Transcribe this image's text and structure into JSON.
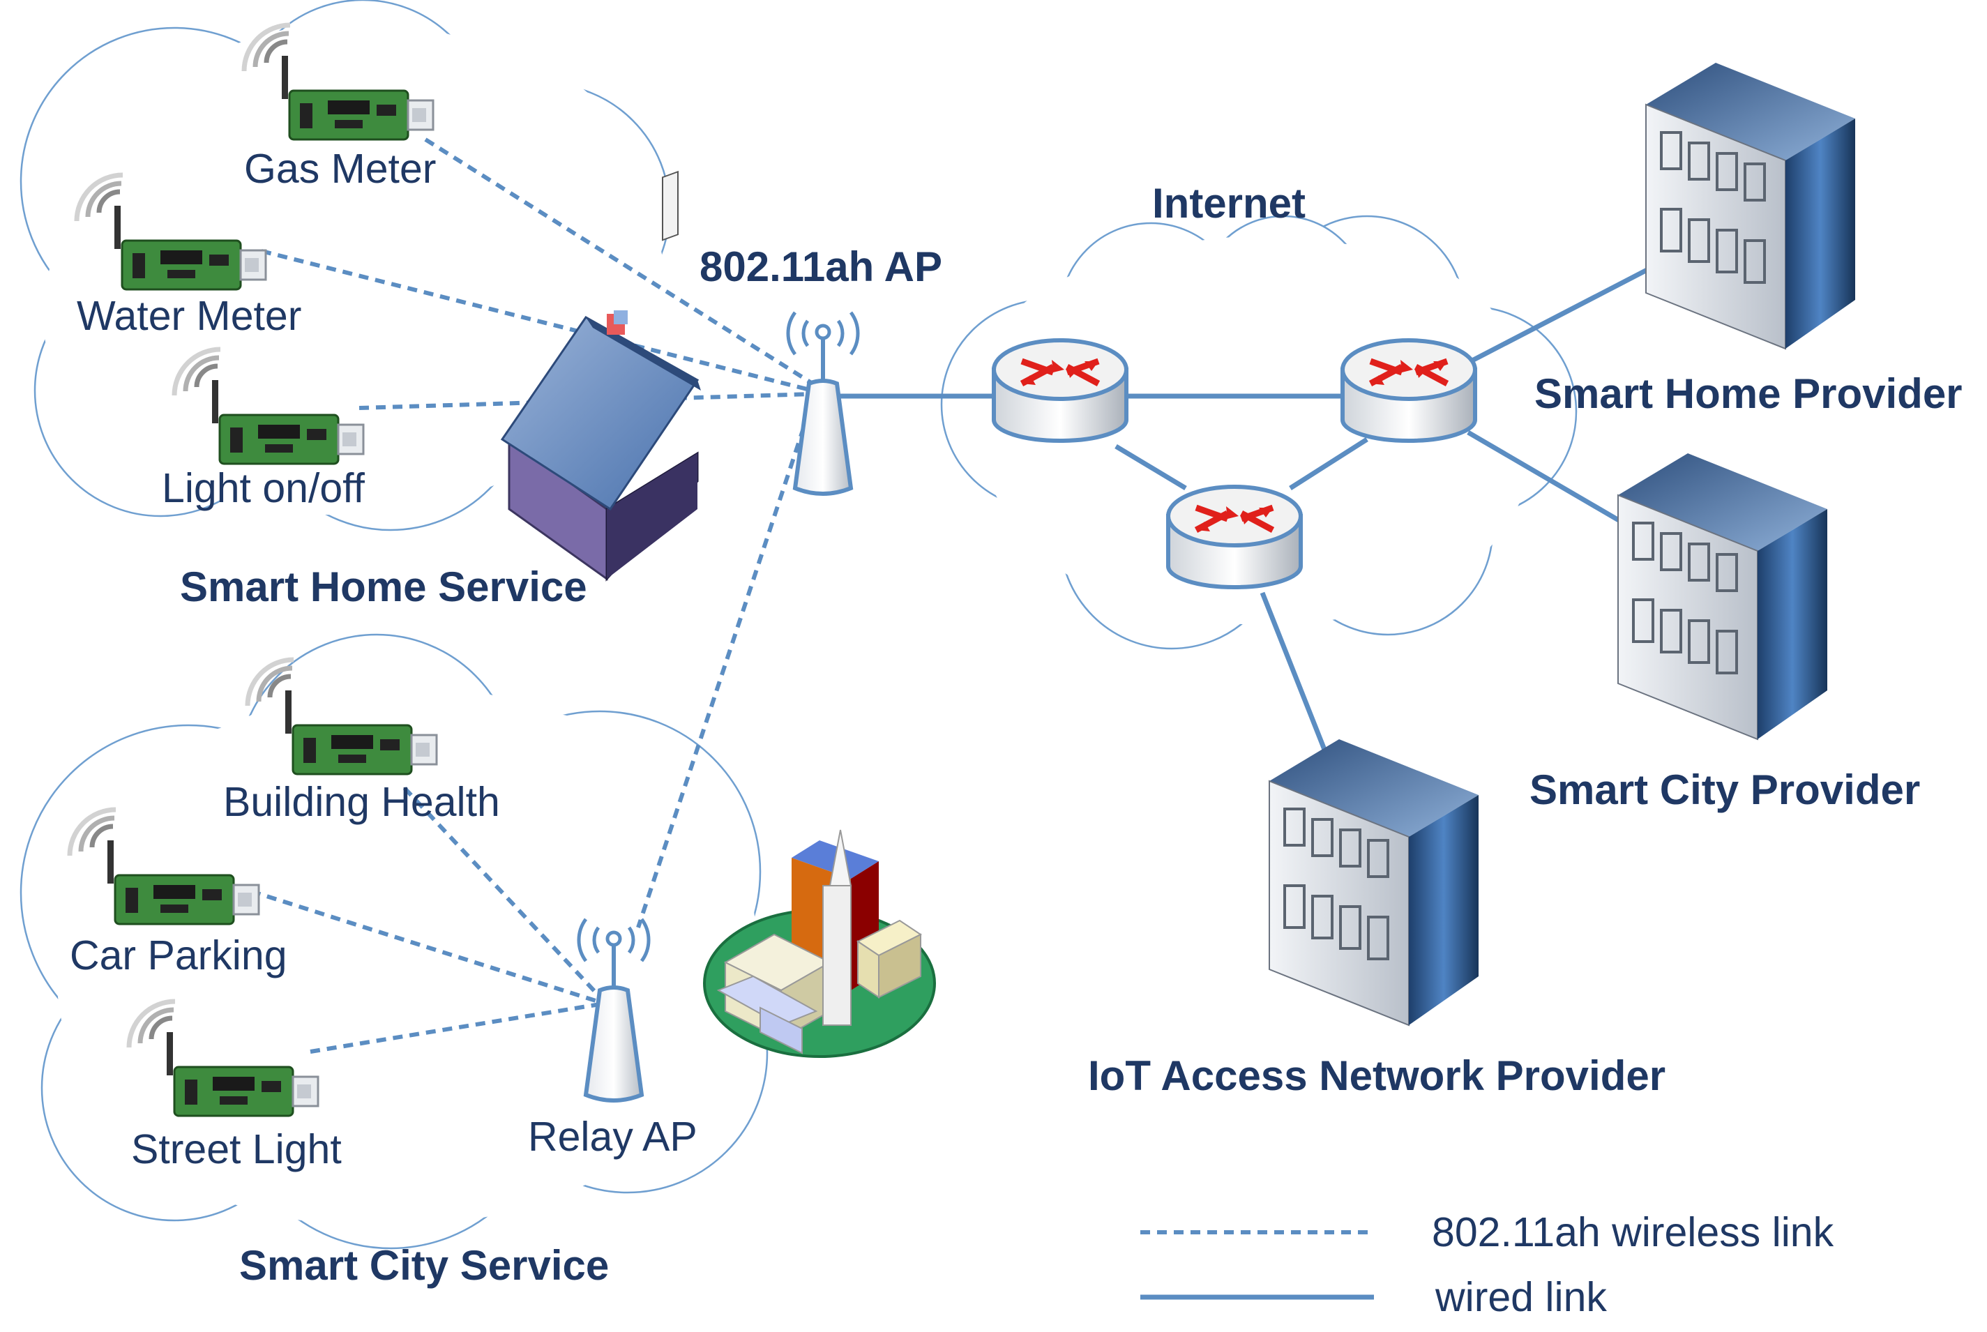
{
  "devices": {
    "gas_meter": "Gas Meter",
    "water_meter": "Water Meter",
    "light": "Light on/off",
    "building_health": "Building Health",
    "car_parking": "Car Parking",
    "street_light": "Street Light"
  },
  "nodes": {
    "ap": "802.11ah AP",
    "relay_ap": "Relay AP",
    "internet": "Internet"
  },
  "groups": {
    "smart_home_service": "Smart Home Service",
    "smart_city_service": "Smart City Service"
  },
  "providers": {
    "smart_home": "Smart Home Provider",
    "smart_city": "Smart City Provider",
    "iot_access": "IoT Access Network Provider"
  },
  "legend": {
    "wireless": "802.11ah wireless link",
    "wired": "wired link"
  },
  "colors": {
    "text": "#1f3864",
    "link": "#5b8dc2",
    "cloud_stroke": "#6f9fd0",
    "router_arrows": "#e0201b",
    "board": "#3e8b3e"
  }
}
